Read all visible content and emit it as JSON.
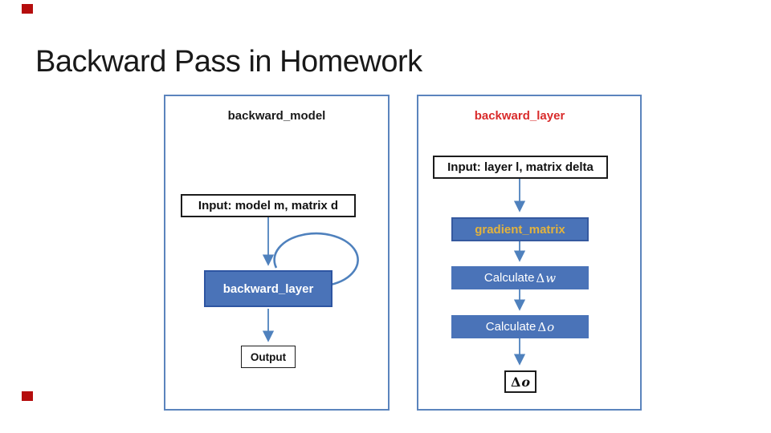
{
  "slide": {
    "title": "Backward Pass in Homework"
  },
  "colors": {
    "panel_border_blue": "#5b84bd",
    "process_box_blue": "#4a73b8",
    "process_box_border": "#2e55a2",
    "arrow_blue": "#4f81bd",
    "header_red": "#d92b2b",
    "gradient_text_yellow": "#e3b33d",
    "corner_mark_red": "#b50d0d",
    "text_black": "#1a1a1a"
  },
  "left_panel": {
    "title": "backward_model",
    "input_label": "Input: model m, matrix d",
    "process_label": "backward_layer",
    "output_label": "Output"
  },
  "right_panel": {
    "title": "backward_layer",
    "input_label": "Input: layer l, matrix delta",
    "step1_label": "gradient_matrix",
    "calc_w": {
      "prefix": "Calculate ",
      "delta": "Δ",
      "var": "w"
    },
    "calc_o": {
      "prefix": "Calculate ",
      "delta": "Δ",
      "var": "o"
    },
    "output": {
      "delta": "Δ",
      "var": "o"
    }
  }
}
